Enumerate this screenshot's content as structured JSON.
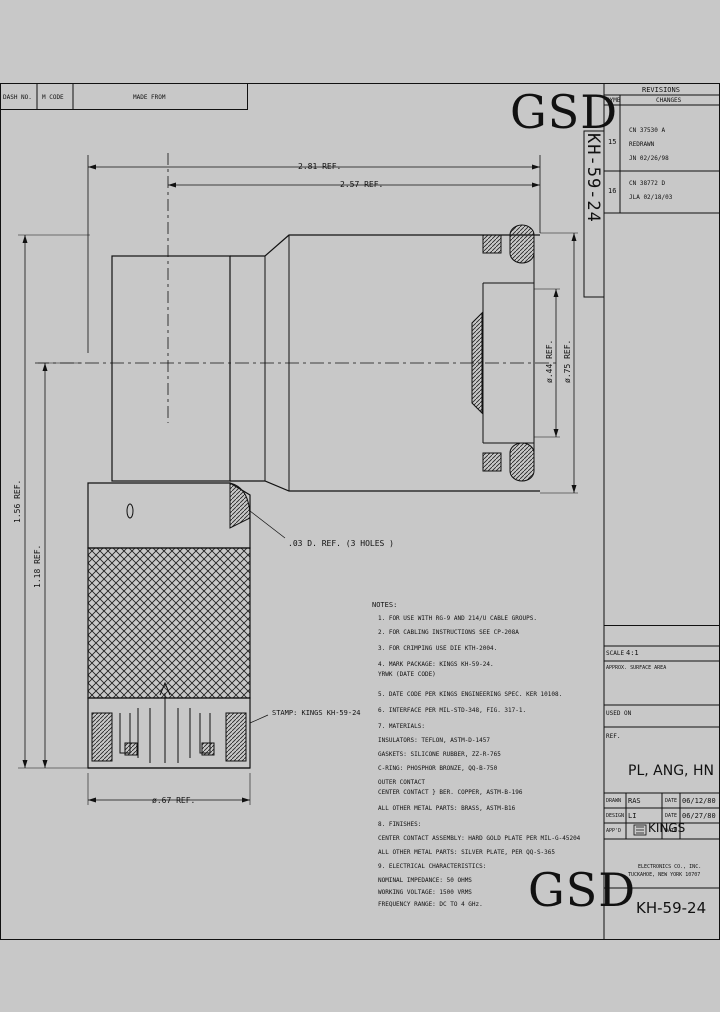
{
  "title_block_top": {
    "dash_no": "DASH NO.",
    "m_code": "M CODE",
    "made_from": "MADE FROM"
  },
  "logo_text": "GSD",
  "part_number": "KH-59-24",
  "revisions": {
    "header": "REVISIONS",
    "col_sym": "SYMB",
    "col_changes": "CHANGES",
    "rows": [
      {
        "sym": "15",
        "line1": "CN 37530 A",
        "line2": "REDRAWN",
        "line3": "JN    02/26/98"
      },
      {
        "sym": "16",
        "line1": "CN 38772 D",
        "line2": "",
        "line3": "JLA  02/18/03"
      }
    ]
  },
  "dimensions": {
    "d281": "2.81 REF.",
    "d257": "2.57 REF.",
    "d156": "1.56 REF.",
    "d118": "1.18 REF.",
    "d44": "ø.44 REF.",
    "d75": "ø.75 REF.",
    "d67": "ø.67 REF.",
    "holes": ".03 D. REF. (3 HOLES )",
    "stamp": "STAMP: KINGS KH-59-24"
  },
  "notes": {
    "title": "NOTES:",
    "lines": [
      "1. FOR USE WITH RG-9 AND 214/U CABLE GROUPS.",
      "2. FOR CABLING INSTRUCTIONS SEE CP-208A",
      "3. FOR CRIMPING USE DIE KTH-2004.",
      "4. MARK PACKAGE: KINGS KH-59-24.",
      "                         YRWK (DATE CODE)",
      "5. DATE CODE PER KINGS ENGINEERING SPEC. KER 10108.",
      "6. INTERFACE PER MIL-STD-348, FIG. 317-1.",
      "7. MATERIALS:",
      "     INSULATORS: TEFLON, ASTM-D-1457",
      "     GASKETS: SILICONE RUBBER, ZZ-R-765",
      "     C-RING: PHOSPHOR BRONZE, QQ-B-750",
      "     OUTER CONTACT",
      "     CENTER CONTACT  } BER. COPPER, ASTM-B-196",
      "     ALL OTHER METAL PARTS: BRASS, ASTM-B16",
      "8. FINISHES:",
      "     CENTER CONTACT ASSEMBLY: HARD GOLD PLATE PER MIL-G-45204",
      "     ALL OTHER METAL PARTS: SILVER PLATE, PER QQ-S-365",
      "9. ELECTRICAL CHARACTERISTICS:",
      "     NOMINAL IMPEDANCE: 50 OHMS",
      "     WORKING VOLTAGE: 1500 VRMS",
      "     FREQUENCY RANGE: DC TO 4 GHz."
    ]
  },
  "title_block": {
    "scale_label": "SCALE",
    "scale_value": "4:1",
    "approx_label": "APPROX. SURFACE AREA",
    "used_on_label": "USED ON",
    "ref_label": "REF.",
    "description": "PL, ANG, HN",
    "drawn_label": "DRAWN",
    "drawn_by": "RAS",
    "drawn_date_label": "DATE",
    "drawn_date": "06/12/80",
    "design_label": "DESIGN",
    "design_by": "LI",
    "design_date_label": "DATE",
    "design_date": "06/27/80",
    "appd_label": "APP'D",
    "appd_date_label": "DATE",
    "company": "KINGS",
    "company_line1": "ELECTRONICS CO., INC.",
    "company_line2": "TUCKAHOE, NEW YORK 10707",
    "drawing_number": "KH-59-24"
  }
}
